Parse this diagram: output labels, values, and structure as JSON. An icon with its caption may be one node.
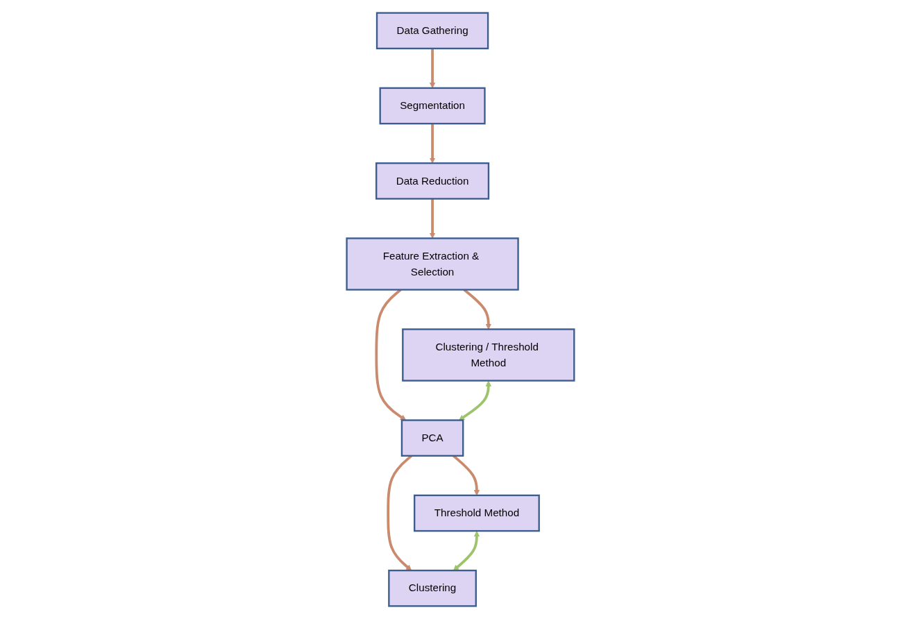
{
  "diagram": {
    "nodes": [
      {
        "text": [
          "Data Gathering"
        ]
      },
      {
        "text": [
          "Segmentation"
        ]
      },
      {
        "text": [
          "Data Reduction"
        ]
      },
      {
        "text": [
          "Feature Extraction & Selection"
        ]
      },
      {
        "text": [
          "Clustering / Threshold Method"
        ]
      },
      {
        "text": [
          "PCA"
        ]
      },
      {
        "text": [
          "Threshold Method"
        ]
      },
      {
        "text": [
          "Clustering"
        ]
      }
    ],
    "edges": [
      {
        "from": 0,
        "to": 1,
        "arrow": "to"
      },
      {
        "from": 1,
        "to": 2,
        "arrow": "to"
      },
      {
        "from": 2,
        "to": 3,
        "arrow": "to"
      },
      {
        "from": 3,
        "to": 4,
        "arrow": "to"
      },
      {
        "from": 3,
        "to": 5,
        "arrow": "to"
      },
      {
        "from": 4,
        "to": 5,
        "arrow": "both",
        "color": "#9dc36b"
      },
      {
        "from": 5,
        "to": 6,
        "arrow": "to"
      },
      {
        "from": 5,
        "to": 7,
        "arrow": "to"
      },
      {
        "from": 6,
        "to": 7,
        "arrow": "both",
        "color": "#9dc36b"
      }
    ]
  }
}
